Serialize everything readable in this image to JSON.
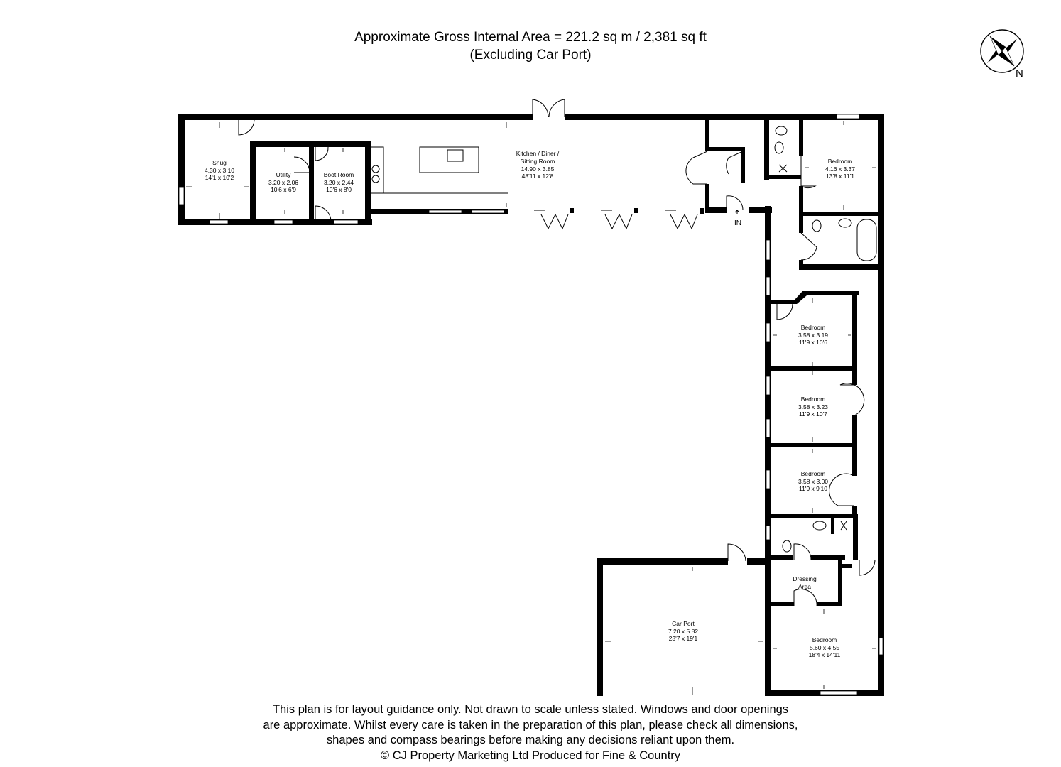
{
  "header": {
    "area_line": "Approximate Gross Internal Area = 221.2 sq m / 2,381 sq ft",
    "excluding_line": "(Excluding Car Port)"
  },
  "compass": {
    "label": "N"
  },
  "rooms": {
    "snug": {
      "name": "Snug",
      "metric": "4.30 x 3.10",
      "imperial": "14'1 x 10'2"
    },
    "utility": {
      "name": "Utility",
      "metric": "3.20 x 2.06",
      "imperial": "10'6 x 6'9"
    },
    "boot_room": {
      "name": "Boot Room",
      "metric": "3.20 x 2.44",
      "imperial": "10'6 x 8'0"
    },
    "kitchen": {
      "name_line1": "Kitchen / Diner /",
      "name_line2": "Sitting Room",
      "metric": "14.90 x 3.85",
      "imperial": "48'11 x 12'8"
    },
    "bedroom1": {
      "name": "Bedroom",
      "metric": "4.16 x 3.37",
      "imperial": "13'8 x 11'1"
    },
    "bedroom2": {
      "name": "Bedroom",
      "metric": "3.58 x 3.19",
      "imperial": "11'9 x 10'6"
    },
    "bedroom3": {
      "name": "Bedroom",
      "metric": "3.58 x 3.23",
      "imperial": "11'9 x 10'7"
    },
    "bedroom4": {
      "name": "Bedroom",
      "metric": "3.58 x 3.00",
      "imperial": "11'9 x 9'10"
    },
    "dressing": {
      "name_line1": "Dressing",
      "name_line2": "Area"
    },
    "bedroom5": {
      "name": "Bedroom",
      "metric": "5.60 x 4.55",
      "imperial": "18'4 x 14'11"
    },
    "car_port": {
      "name": "Car Port",
      "metric": "7.20 x 5.82",
      "imperial": "23'7 x 19'1"
    }
  },
  "entrance_label": "IN",
  "footer": {
    "line1": "This plan is for layout guidance only. Not drawn to scale unless stated. Windows and door openings",
    "line2": "are approximate. Whilst every care is taken in the preparation of this plan, please check all dimensions,",
    "line3": "shapes and compass bearings before making any decisions reliant upon them.",
    "line4": "© CJ Property Marketing Ltd Produced for Fine & Country"
  }
}
